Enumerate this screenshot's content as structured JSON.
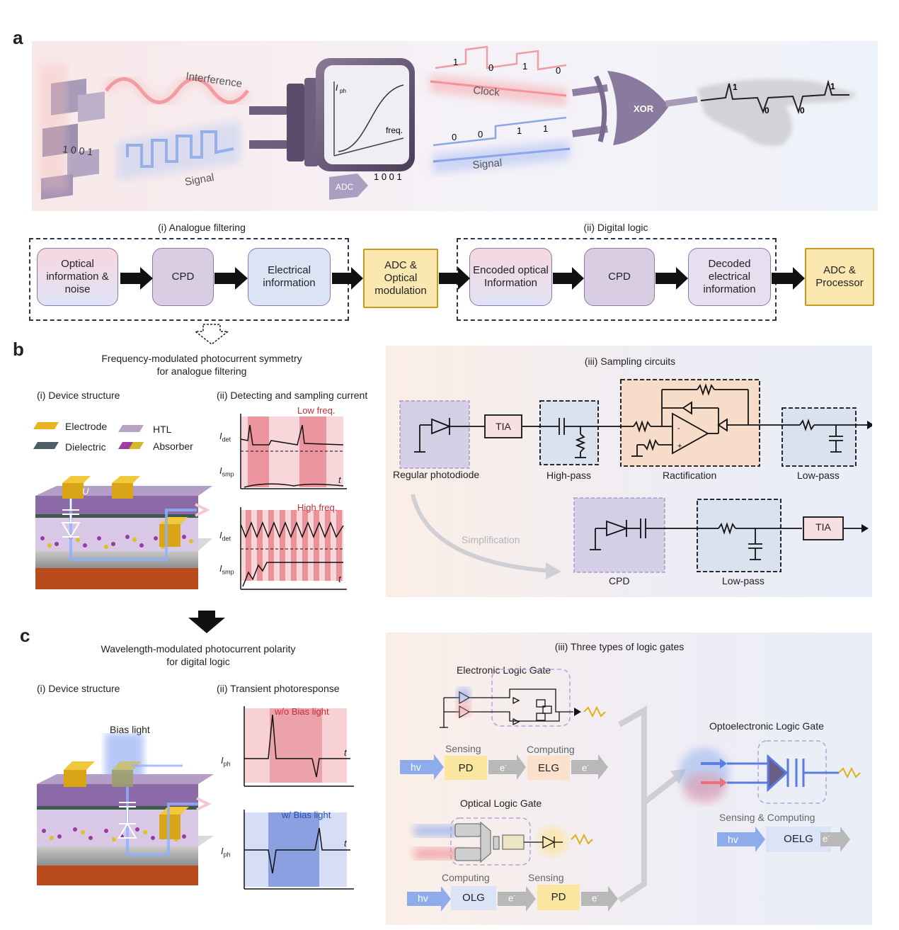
{
  "panel_a": {
    "letter": "a",
    "interference": "Interference",
    "signal_wave": "Signal",
    "bits_left": "1 0 0 1",
    "adc": "ADC",
    "adc_bits": "1 0 0 1",
    "iph_axis": "I",
    "iph_sub": "ph",
    "freq_axis": "freq.",
    "clock": "Clock",
    "clock_bits": [
      "1",
      "0",
      "1",
      "0"
    ],
    "signal_line": "Signal",
    "signal_bits": [
      "0",
      "0",
      "1",
      "1"
    ],
    "xor": "XOR",
    "output_bits": [
      "1",
      "0",
      "0",
      "1"
    ]
  },
  "flow": {
    "group1": "(i) Analogue filtering",
    "group2": "(ii) Digital logic",
    "box1": "Optical information & noise",
    "box2": "CPD",
    "box3": "Electrical information",
    "box4": "ADC & Optical modulation",
    "box5": "Encoded optical Information",
    "box6": "CPD",
    "box7": "Decoded electrical information",
    "box8": "ADC & Processor"
  },
  "panel_b": {
    "letter": "b",
    "title_line1": "Frequency-modulated photocurrent symmetry",
    "title_line2": "for analogue filtering",
    "device_title": "(i) Device structure",
    "legend_electrode": "Electrode",
    "legend_htl": "HTL",
    "legend_dielectric": "Dielectric",
    "legend_absorber": "Absorber",
    "u_label": "U",
    "sampling_title": "(ii) Detecting and sampling current",
    "low_freq": "Low freq.",
    "high_freq": "High freq.",
    "idet": "I",
    "idet_sub": "det",
    "ismp": "I",
    "ismp_sub": "smp",
    "t": "t",
    "circuits_title": "(iii) Sampling circuits",
    "tia": "TIA",
    "regular_pd": "Regular photodiode",
    "high_pass": "High-pass",
    "rectification": "Ractification",
    "low_pass": "Low-pass",
    "simplification": "Simplification",
    "cpd": "CPD",
    "low_pass2": "Low-pass",
    "tia2": "TIA"
  },
  "panel_c": {
    "letter": "c",
    "title_line1": "Wavelength-modulated photocurrent polarity",
    "title_line2": "for digital logic",
    "device_title": "(i) Device structure",
    "bias_light": "Bias light",
    "transient_title": "(ii) Transient photoresponse",
    "wo_bias": "w/o Bias light",
    "w_bias": "w/ Bias light",
    "iph": "I",
    "iph_sub": "ph",
    "t": "t",
    "gates_title": "(iii) Three types of logic gates",
    "elg_title": "Electronic Logic Gate",
    "sensing": "Sensing",
    "computing": "Computing",
    "hv": "hv",
    "pd": "PD",
    "e": "e",
    "elg": "ELG",
    "olg_title": "Optical Logic Gate",
    "computing2": "Computing",
    "sensing2": "Sensing",
    "olg": "OLG",
    "pd2": "PD",
    "oelg_title": "Optoelectronic Logic Gate",
    "sensing_computing": "Sensing & Computing",
    "oelg": "OELG"
  }
}
